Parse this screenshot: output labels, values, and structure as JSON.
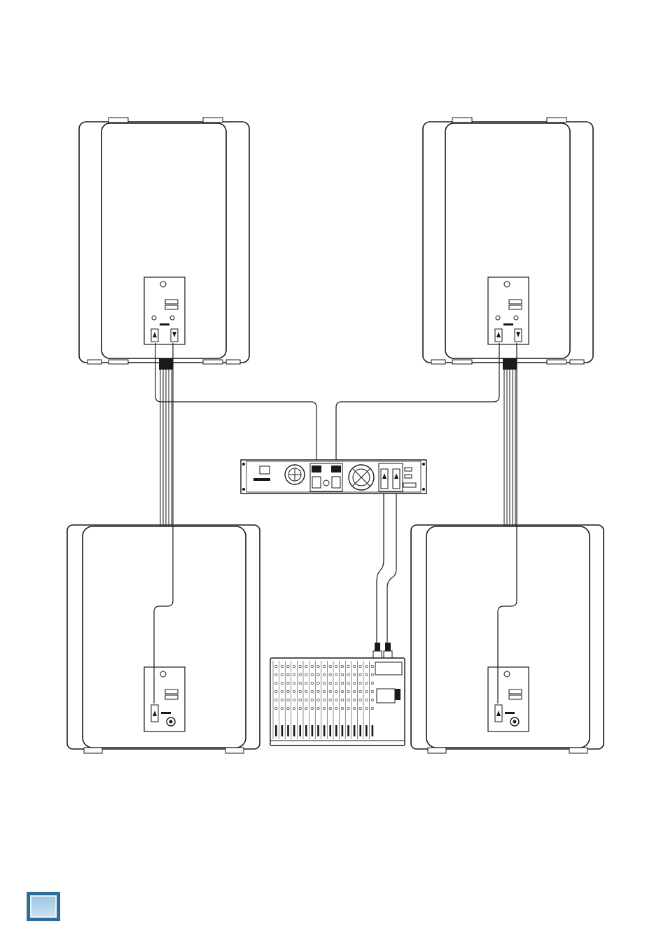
{
  "diagram": {
    "type": "speaker-system-wiring",
    "components": [
      {
        "id": "top-left-speaker",
        "kind": "full-range-speaker"
      },
      {
        "id": "top-right-speaker",
        "kind": "full-range-speaker"
      },
      {
        "id": "bottom-left-subwoofer",
        "kind": "subwoofer"
      },
      {
        "id": "bottom-right-subwoofer",
        "kind": "subwoofer"
      },
      {
        "id": "power-amplifier",
        "kind": "2U-rack-amplifier"
      },
      {
        "id": "mixer",
        "kind": "analog-mixer"
      }
    ],
    "connections": [
      {
        "from": "power-amplifier",
        "to": "top-left-speaker",
        "cable": "speaker-cable"
      },
      {
        "from": "power-amplifier",
        "to": "top-right-speaker",
        "cable": "speaker-cable"
      },
      {
        "from": "top-left-speaker",
        "to": "bottom-left-subwoofer",
        "cable": "pole-mount-cable"
      },
      {
        "from": "top-right-speaker",
        "to": "bottom-right-subwoofer",
        "cable": "pole-mount-cable"
      },
      {
        "from": "mixer",
        "to": "power-amplifier",
        "cable": "xlr-pair"
      }
    ]
  },
  "colors": {
    "line": "#1a1a1a",
    "badge": "#2f6f97",
    "badge_light": "#b8d8ee"
  }
}
